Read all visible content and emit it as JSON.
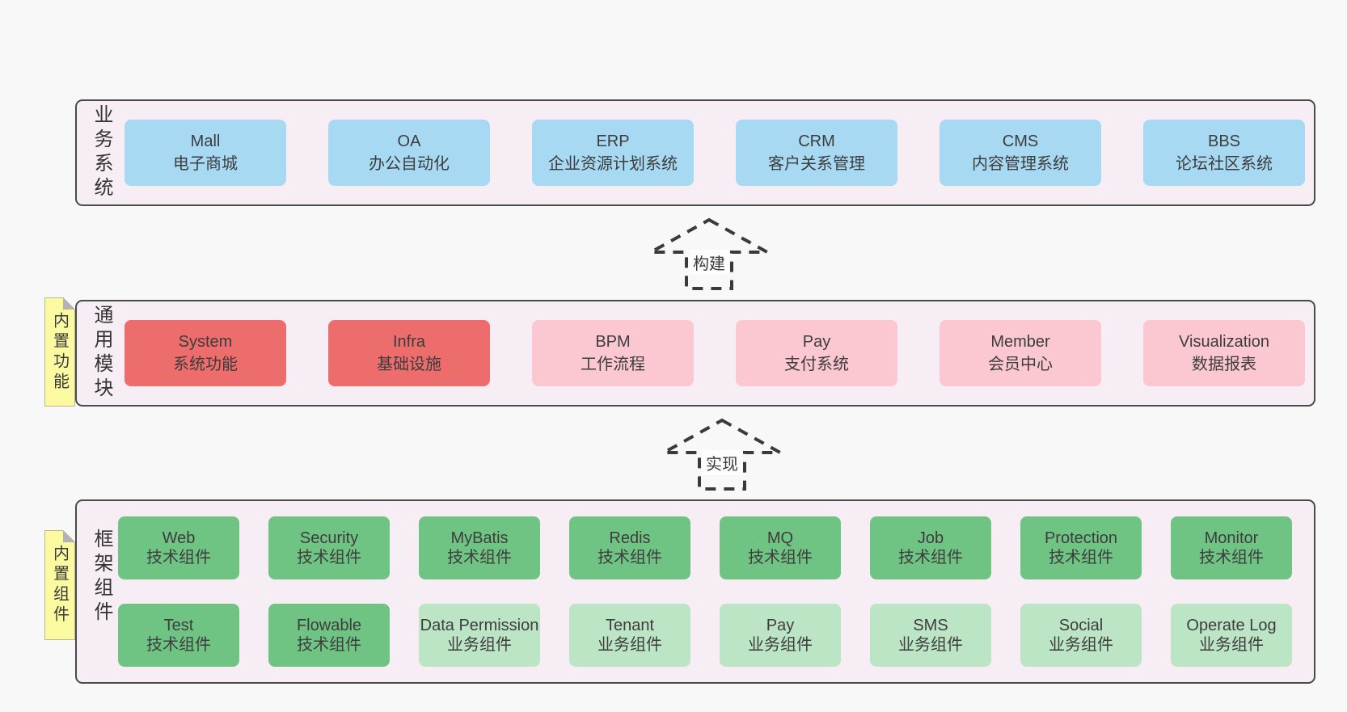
{
  "colors": {
    "background": "#f8f8f8",
    "container_fill": "#f7edf5",
    "container_border": "#4a4a4a",
    "blue_box": "#a7d9f3",
    "red_box": "#ed6c6c",
    "pink_box": "#fbc7d1",
    "green_box": "#6fc484",
    "light_green_box": "#bce5c6",
    "note_yellow": "#fcfaa0",
    "note_fold": "#b3b3b3",
    "text": "#3d3d3d"
  },
  "arrows": [
    {
      "label": "构建"
    },
    {
      "label": "实现"
    }
  ],
  "layers": [
    {
      "label": "业务系统",
      "boxes": [
        {
          "name": "Mall",
          "desc": "电子商城"
        },
        {
          "name": "OA",
          "desc": "办公自动化"
        },
        {
          "name": "ERP",
          "desc": "企业资源计划系统"
        },
        {
          "name": "CRM",
          "desc": "客户关系管理"
        },
        {
          "name": "CMS",
          "desc": "内容管理系统"
        },
        {
          "name": "BBS",
          "desc": "论坛社区系统"
        }
      ]
    },
    {
      "label": "通用模块",
      "note": "内置功能",
      "boxes": [
        {
          "name": "System",
          "desc": "系统功能"
        },
        {
          "name": "Infra",
          "desc": "基础设施"
        },
        {
          "name": "BPM",
          "desc": "工作流程"
        },
        {
          "name": "Pay",
          "desc": "支付系统"
        },
        {
          "name": "Member",
          "desc": "会员中心"
        },
        {
          "name": "Visualization",
          "desc": "数据报表"
        }
      ]
    },
    {
      "label": "框架组件",
      "note": "内置组件",
      "rows": [
        [
          {
            "name": "Web",
            "desc": "技术组件"
          },
          {
            "name": "Security",
            "desc": "技术组件"
          },
          {
            "name": "MyBatis",
            "desc": "技术组件"
          },
          {
            "name": "Redis",
            "desc": "技术组件"
          },
          {
            "name": "MQ",
            "desc": "技术组件"
          },
          {
            "name": "Job",
            "desc": "技术组件"
          },
          {
            "name": "Protection",
            "desc": "技术组件"
          },
          {
            "name": "Monitor",
            "desc": "技术组件"
          }
        ],
        [
          {
            "name": "Test",
            "desc": "技术组件"
          },
          {
            "name": "Flowable",
            "desc": "技术组件"
          },
          {
            "name": "Data Permission",
            "desc": "业务组件"
          },
          {
            "name": "Tenant",
            "desc": "业务组件"
          },
          {
            "name": "Pay",
            "desc": "业务组件"
          },
          {
            "name": "SMS",
            "desc": "业务组件"
          },
          {
            "name": "Social",
            "desc": "业务组件"
          },
          {
            "name": "Operate Log",
            "desc": "业务组件"
          }
        ]
      ]
    }
  ]
}
